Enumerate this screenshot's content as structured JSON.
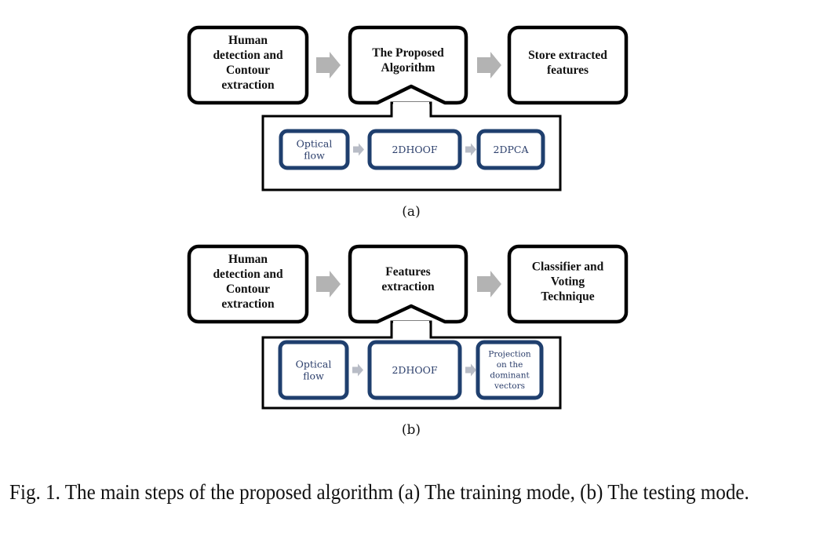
{
  "figure": {
    "caption": "Fig. 1.   The main steps of the proposed algorithm (a) The training mode, (b) The testing mode.",
    "colors": {
      "main_box_border": "#000000",
      "inner_box_border": "#1f3f6e",
      "inner_text": "#2b3e6b",
      "arrow_fill": "#b3b3b3",
      "inner_arrow_fill": "#b8bcc6"
    },
    "panels": [
      {
        "label": "(a)",
        "name": "training-mode",
        "main_steps": [
          {
            "lines": [
              "Human",
              "detection and",
              "Contour",
              "extraction"
            ]
          },
          {
            "lines": [
              "The Proposed",
              "Algorithm"
            ]
          },
          {
            "lines": [
              "Store extracted",
              "features"
            ]
          }
        ],
        "sub_steps": [
          {
            "lines": [
              "Optical",
              "flow"
            ]
          },
          {
            "lines": [
              "2DHOOF"
            ]
          },
          {
            "lines": [
              "2DPCA"
            ]
          }
        ]
      },
      {
        "label": "(b)",
        "name": "testing-mode",
        "main_steps": [
          {
            "lines": [
              "Human",
              "detection and",
              "Contour",
              "extraction"
            ]
          },
          {
            "lines": [
              "Features",
              "extraction"
            ]
          },
          {
            "lines": [
              "Classifier and",
              "Voting",
              "Technique"
            ]
          }
        ],
        "sub_steps": [
          {
            "lines": [
              "Optical",
              "flow"
            ]
          },
          {
            "lines": [
              "2DHOOF"
            ]
          },
          {
            "lines": [
              "Projection",
              "on the",
              "dominant",
              "vectors"
            ]
          }
        ]
      }
    ]
  }
}
